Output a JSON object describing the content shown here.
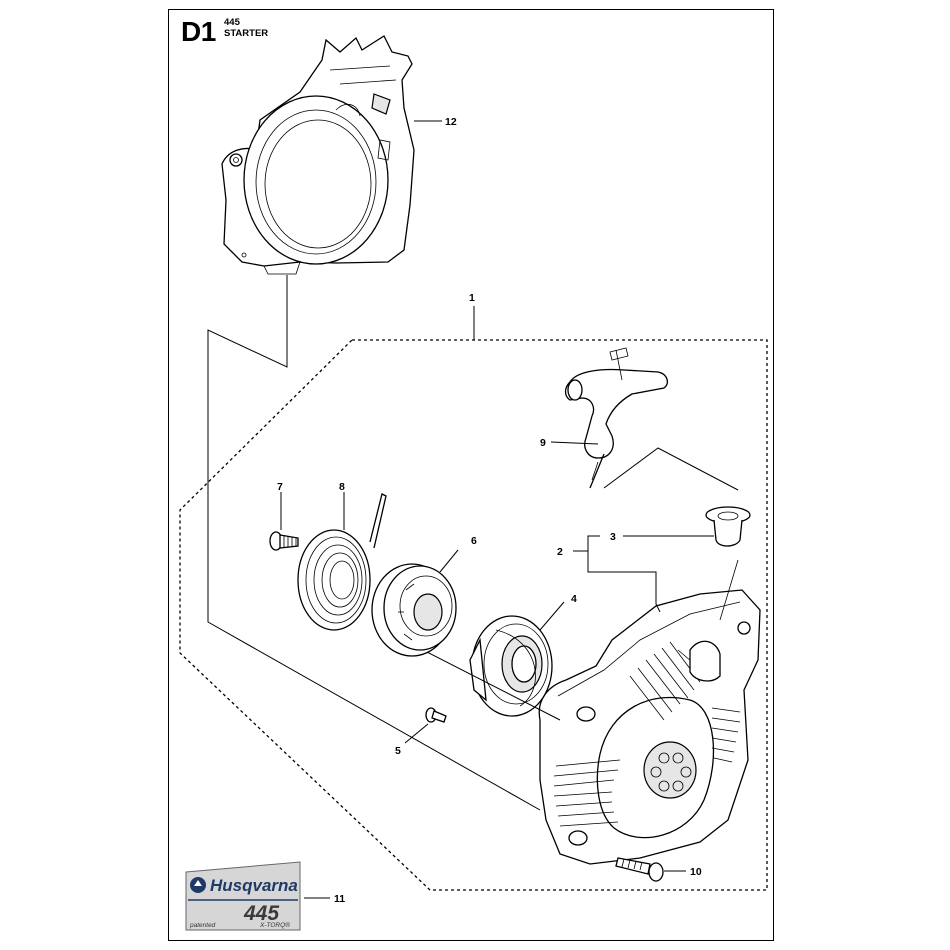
{
  "header": {
    "code": "D1",
    "model": "445",
    "name": "STARTER"
  },
  "callouts": {
    "c1": "1",
    "c2": "2",
    "c3": "3",
    "c4": "4",
    "c5": "5",
    "c6": "6",
    "c7": "7",
    "c8": "8",
    "c9": "9",
    "c10": "10",
    "c11": "11",
    "c12": "12"
  },
  "badge": {
    "brand": "Husqvarna",
    "model": "445",
    "left_note": "patented",
    "right_note": "X-TORQ®"
  },
  "colors": {
    "line": "#000000",
    "badge_brand": "#1f3a66",
    "badge_bg": "#d6d6d6"
  }
}
